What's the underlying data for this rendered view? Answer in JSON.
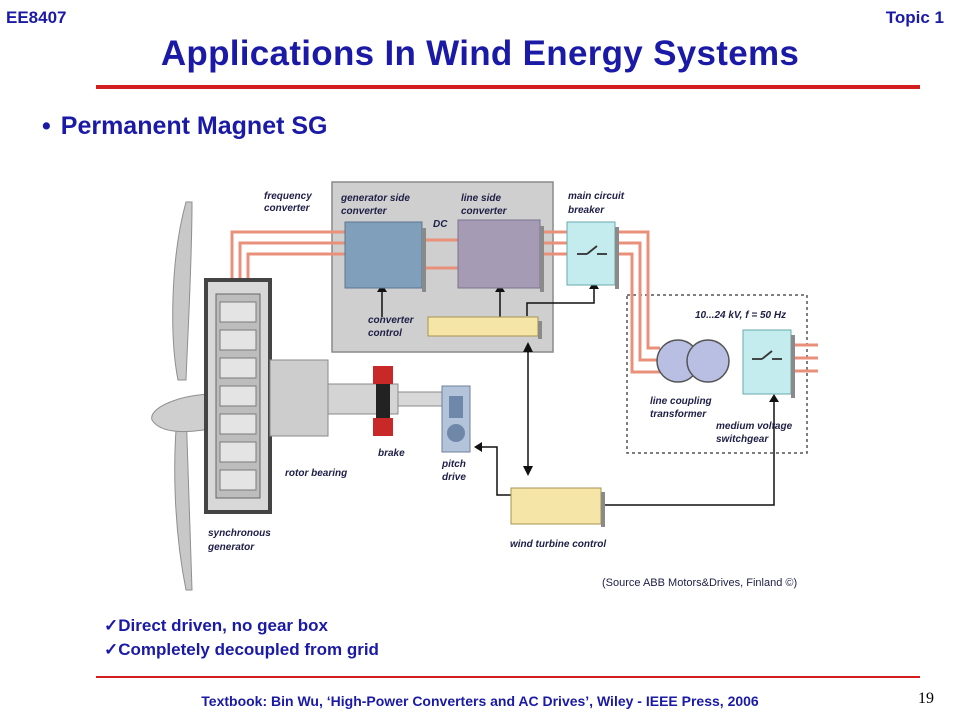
{
  "header": {
    "course": "EE8407",
    "topic": "Topic 1"
  },
  "title": "Applications In Wind Energy Systems",
  "bullet": "Permanent Magnet SG",
  "diagram": {
    "labels": {
      "frequency_converter": [
        "frequency",
        "converter"
      ],
      "generator_side_converter": [
        "generator side",
        "converter"
      ],
      "dc": "DC",
      "line_side_converter": [
        "line side",
        "converter"
      ],
      "main_circuit_breaker": [
        "main circuit",
        "breaker"
      ],
      "converter_control": [
        "converter",
        "control"
      ],
      "voltage_spec": "10...24 kV, f = 50 Hz",
      "line_coupling_transformer": [
        "line coupling",
        "transformer"
      ],
      "medium_voltage_switchgear": [
        "medium voltage",
        "switchgear"
      ],
      "brake": "brake",
      "pitch_drive": [
        "pitch",
        "drive"
      ],
      "rotor_bearing": "rotor bearing",
      "synchronous_generator": [
        "synchronous",
        "generator"
      ],
      "wind_turbine_control": "wind turbine control",
      "source": "(Source ABB Motors&Drives, Finland ©)"
    },
    "colors": {
      "gen_converter": "#7f9fba",
      "line_converter": "#a59bb5",
      "breaker": "#c4ecef",
      "control": "#f5e6a8",
      "power_line": "#e8907a",
      "frame": "#cfcfcf"
    }
  },
  "checks": [
    "Direct driven, no gear box",
    "Completely decoupled from grid"
  ],
  "footer": "Textbook: Bin Wu, ‘High-Power Converters and AC Drives’, Wiley - IEEE Press, 2006",
  "page_number": "19"
}
